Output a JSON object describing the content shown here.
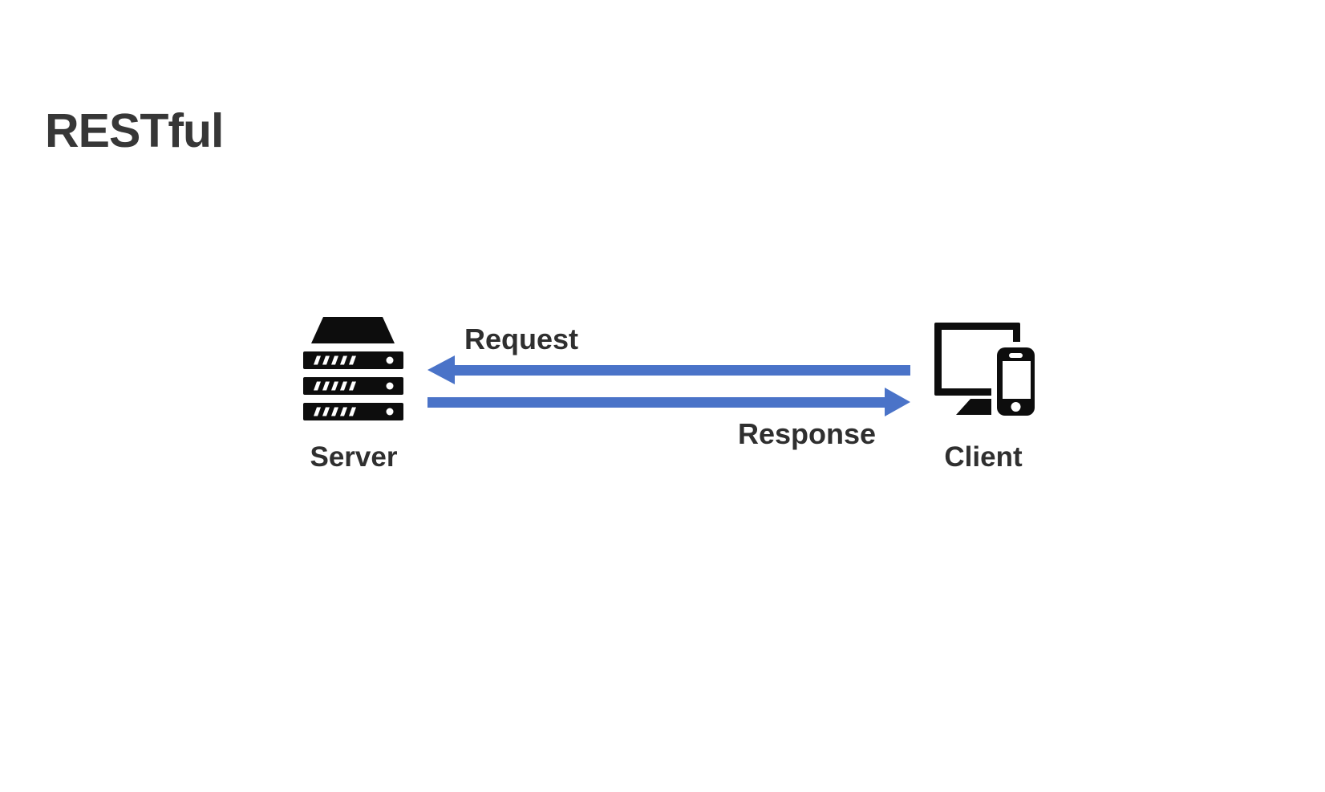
{
  "title": "RESTful",
  "diagram": {
    "server": {
      "label": "Server"
    },
    "client": {
      "label": "Client"
    },
    "request": {
      "label": "Request",
      "direction": "client-to-server"
    },
    "response": {
      "label": "Response",
      "direction": "server-to-client"
    }
  },
  "colors": {
    "arrow": "#4a73c8",
    "icon": "#0d0d0d",
    "text": "#2f2f2f",
    "title": "#373737",
    "background": "#ffffff"
  }
}
